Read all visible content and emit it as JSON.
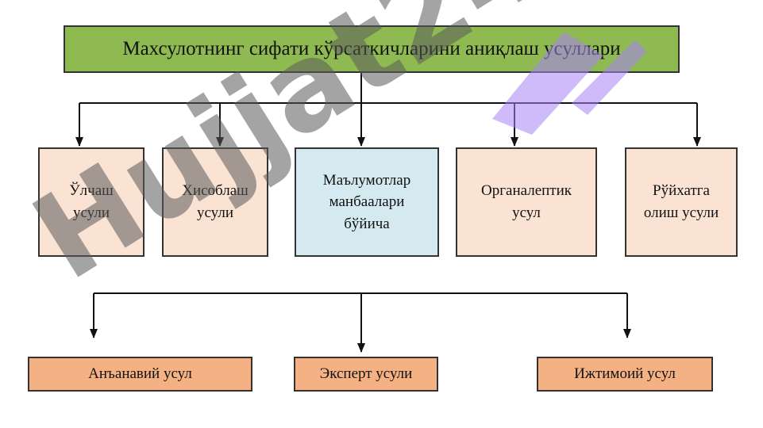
{
  "title": "Махсулотнинг сифати кўрсаткичларини аниқлаш усуллари",
  "methods": [
    {
      "label": "Ўлчаш\nусули"
    },
    {
      "label": "Хисоблаш\nусули"
    },
    {
      "label": "Маълумотлар\nманбаалари\nбўйича"
    },
    {
      "label": "Органалептик\nусул"
    },
    {
      "label": "Рўйхатга\nолиш усули"
    }
  ],
  "sub_methods": [
    {
      "label": "Анъанавий усул"
    },
    {
      "label": "Эксперт усули"
    },
    {
      "label": "Ижтимоий усул"
    }
  ],
  "watermark": "Hujjat24",
  "colors": {
    "title_fill": "#8fba52",
    "method_fill": "#fbe3d4",
    "highlight_fill": "#d5e9f0",
    "sub_fill": "#f4b183"
  }
}
